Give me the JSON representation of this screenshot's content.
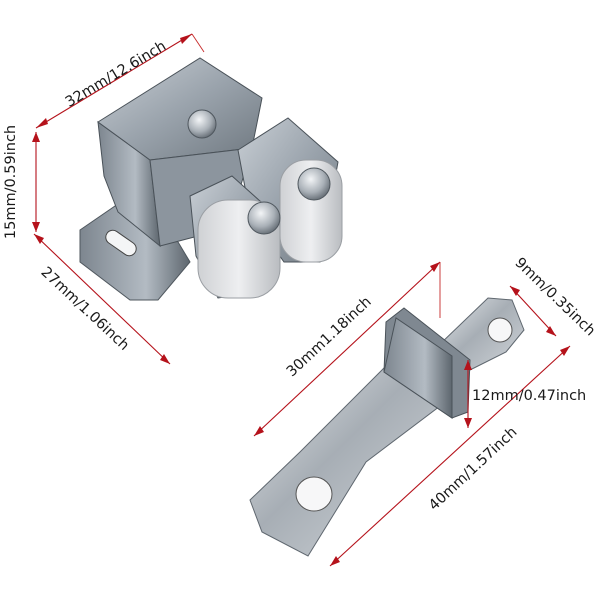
{
  "product": {
    "name": "double roller cabinet catch",
    "parts": [
      "roller-catch-body",
      "strike-plate"
    ]
  },
  "dimensions": {
    "catch_length": "32mm/12.6inch",
    "catch_height": "15mm/0.59inch",
    "catch_depth": "27mm/1.06inch",
    "strike_width": "9mm/0.35inch",
    "strike_tongue_length": "30mm1.18inch",
    "strike_tongue_height": "12mm/0.47inch",
    "strike_length": "40mm/1.57inch"
  },
  "colors": {
    "dimension_line": "#b5121b",
    "metal": "#9aa3ac",
    "roller": "#e2e3e5",
    "background": "#ffffff"
  }
}
